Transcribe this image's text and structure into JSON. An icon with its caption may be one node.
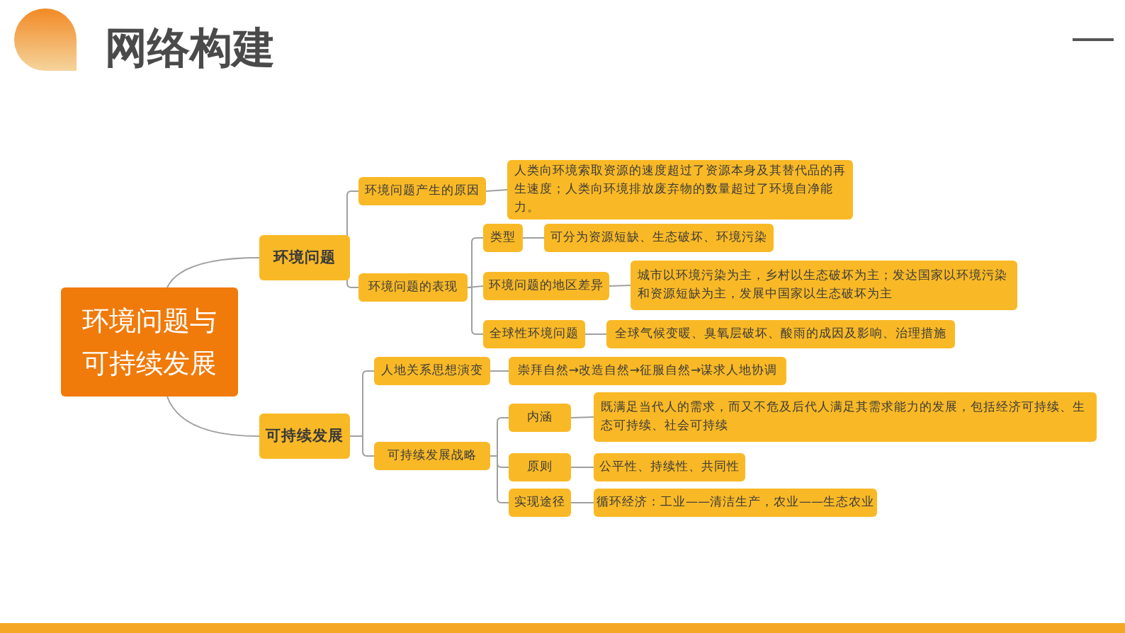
{
  "diagram": {
    "title": "网络构建",
    "nodes": [
      {
        "text": [
          "环境问题与可持续发展"
        ]
      },
      {
        "text": [
          "环境问题"
        ]
      },
      {
        "text": [
          "可持续发展"
        ]
      },
      {
        "text": [
          "环境问题产生的原因"
        ]
      },
      {
        "text": [
          "人类向环境索取资源的速度超过了资源本身及其替代品的再生速度；人类向环境排放废弃物的数量超过了环境自净能力。"
        ]
      },
      {
        "text": [
          "环境问题的表现"
        ]
      },
      {
        "text": [
          "类型"
        ]
      },
      {
        "text": [
          "可分为资源短缺、生态破坏、环境污染"
        ]
      },
      {
        "text": [
          "环境问题的地区差异"
        ]
      },
      {
        "text": [
          "城市以环境污染为主，乡村以生态破坏为主；发达国家以环境污染和资源短缺为主，发展中国家以生态破坏为主"
        ]
      },
      {
        "text": [
          "全球性环境问题"
        ]
      },
      {
        "text": [
          "全球气候变暖、臭氧层破坏、酸雨的成因及影响、治理措施"
        ]
      },
      {
        "text": [
          "人地关系思想演变"
        ]
      },
      {
        "text": [
          "崇拜自然→改造自然→征服自然→谋求人地协调"
        ]
      },
      {
        "text": [
          "可持续发展战略"
        ]
      },
      {
        "text": [
          "内涵"
        ]
      },
      {
        "text": [
          "既满足当代人的需求，而又不危及后代人满足其需求能力的发展，包括经济可持续、生态可持续、社会可持续"
        ]
      },
      {
        "text": [
          "原则"
        ]
      },
      {
        "text": [
          "公平性、持续性、共同性"
        ]
      },
      {
        "text": [
          "实现途径"
        ]
      },
      {
        "text": [
          "循环经济：工业——清洁生产，农业——生态农业"
        ]
      }
    ],
    "edges": [
      {
        "from": 0,
        "to": 1,
        "arrow": "none"
      },
      {
        "from": 0,
        "to": 2,
        "arrow": "none"
      },
      {
        "from": 1,
        "to": 3,
        "arrow": "none"
      },
      {
        "from": 1,
        "to": 5,
        "arrow": "none"
      },
      {
        "from": 3,
        "to": 4,
        "arrow": "none"
      },
      {
        "from": 5,
        "to": 6,
        "arrow": "none"
      },
      {
        "from": 5,
        "to": 8,
        "arrow": "none"
      },
      {
        "from": 5,
        "to": 10,
        "arrow": "none"
      },
      {
        "from": 6,
        "to": 7,
        "arrow": "none"
      },
      {
        "from": 8,
        "to": 9,
        "arrow": "none"
      },
      {
        "from": 10,
        "to": 11,
        "arrow": "none"
      },
      {
        "from": 2,
        "to": 12,
        "arrow": "none"
      },
      {
        "from": 2,
        "to": 14,
        "arrow": "none"
      },
      {
        "from": 12,
        "to": 13,
        "arrow": "none"
      },
      {
        "from": 14,
        "to": 15,
        "arrow": "none"
      },
      {
        "from": 14,
        "to": 17,
        "arrow": "none"
      },
      {
        "from": 14,
        "to": 19,
        "arrow": "none"
      },
      {
        "from": 15,
        "to": 16,
        "arrow": "none"
      },
      {
        "from": 17,
        "to": 18,
        "arrow": "none"
      },
      {
        "from": 19,
        "to": 20,
        "arrow": "none"
      }
    ]
  }
}
